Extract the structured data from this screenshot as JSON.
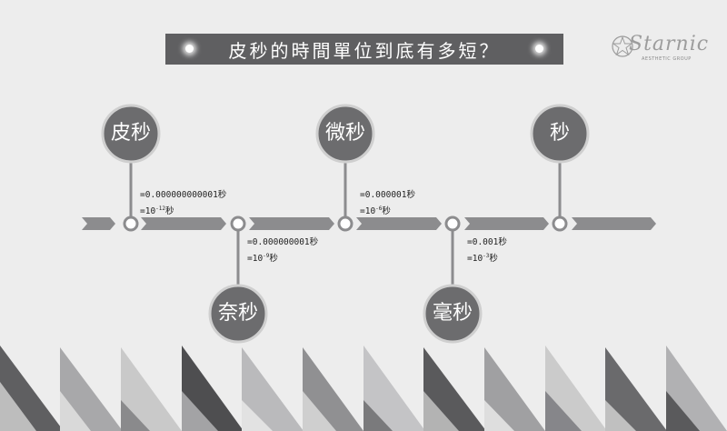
{
  "title": "皮秒的時間單位到底有多短？",
  "logo": {
    "word": "Starnic",
    "subtitle": "AESTHETIC GROUP"
  },
  "timeline": [
    {
      "unit": "皮秒",
      "line1": "=0.000000000001秒",
      "base": "=10",
      "exp": "-12",
      "suffix": "秒"
    },
    {
      "unit": "奈秒",
      "line1": "=0.000000001秒",
      "base": "=10",
      "exp": "-9",
      "suffix": "秒"
    },
    {
      "unit": "微秒",
      "line1": "=0.000001秒",
      "base": "=10",
      "exp": "-6",
      "suffix": "秒"
    },
    {
      "unit": "毫秒",
      "line1": "=0.001秒",
      "base": "=10",
      "exp": "-3",
      "suffix": "秒"
    },
    {
      "unit": "秒"
    }
  ],
  "colors": {
    "bubble": "#6c6c6e",
    "bubble_ring": "#cfcfcf",
    "stem": "#8c8c8e",
    "node": "#8c8c8e",
    "arrow": "#8c8c8e",
    "title_bg": "#5f5f61",
    "background": "#ededed"
  }
}
